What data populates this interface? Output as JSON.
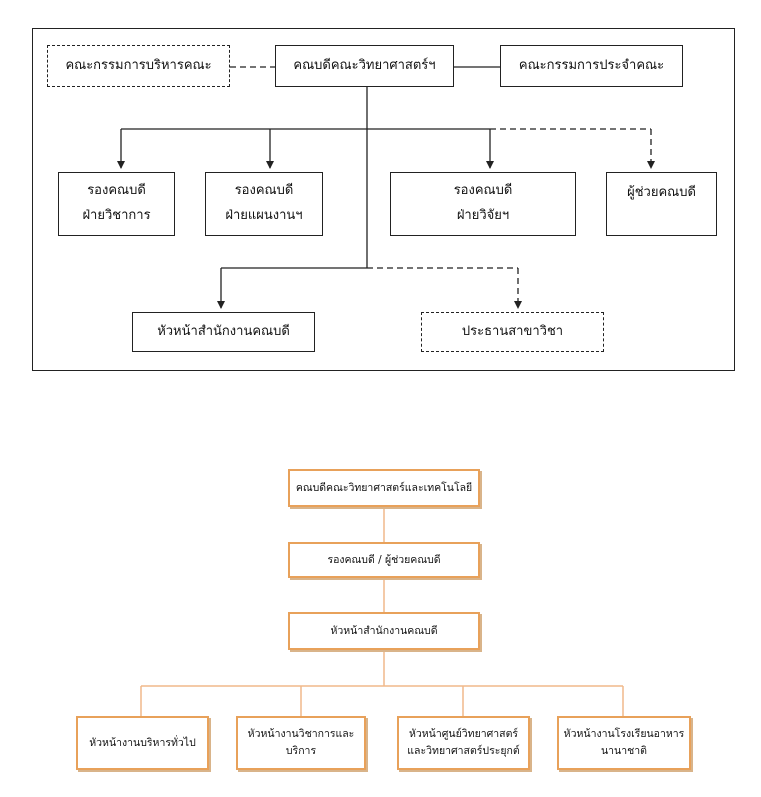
{
  "chart1": {
    "dean": "คณบดีคณะวิทยาศาสตร์ฯ",
    "exec_committee": "คณะกรรมการบริหารคณะ",
    "faculty_committee": "คณะกรรมการประจำคณะ",
    "vp_academic": [
      "รองคณบดี",
      "ฝ่ายวิชาการ"
    ],
    "vp_planning": [
      "รองคณบดี",
      "ฝ่ายแผนงานฯ"
    ],
    "vp_research": [
      "รองคณบดี",
      "ฝ่ายวิจัยฯ"
    ],
    "assistant_dean": "ผู้ช่วยคณบดี",
    "office_head": "หัวหน้าสำนักงานคณบดี",
    "program_chair": "ประธานสาขาวิชา"
  },
  "chart2": {
    "dean": "คณบดีคณะวิทยาศาสตร์และเทคโนโลยี",
    "vice_dean": "รองคณบดี / ผู้ช่วยคณบดี",
    "office_head": "หัวหน้าสำนักงานคณบดี",
    "general_admin": "หัวหน้างานบริหารทั่วไป",
    "academic_service": [
      "หัวหน้างานวิชาการและ",
      "บริการ"
    ],
    "science_center": [
      "หัวหน้าศูนย์วิทยาศาสตร์",
      "และวิทยาศาสตร์ประยุกต์"
    ],
    "thai_cooking_school": [
      "หัวหน้างานโรงเรียนอาหาร",
      "นานาชาติ"
    ]
  },
  "colors": {
    "line": "#222222",
    "orange_border": "#e8a15a",
    "orange_line": "#f0b98a"
  }
}
